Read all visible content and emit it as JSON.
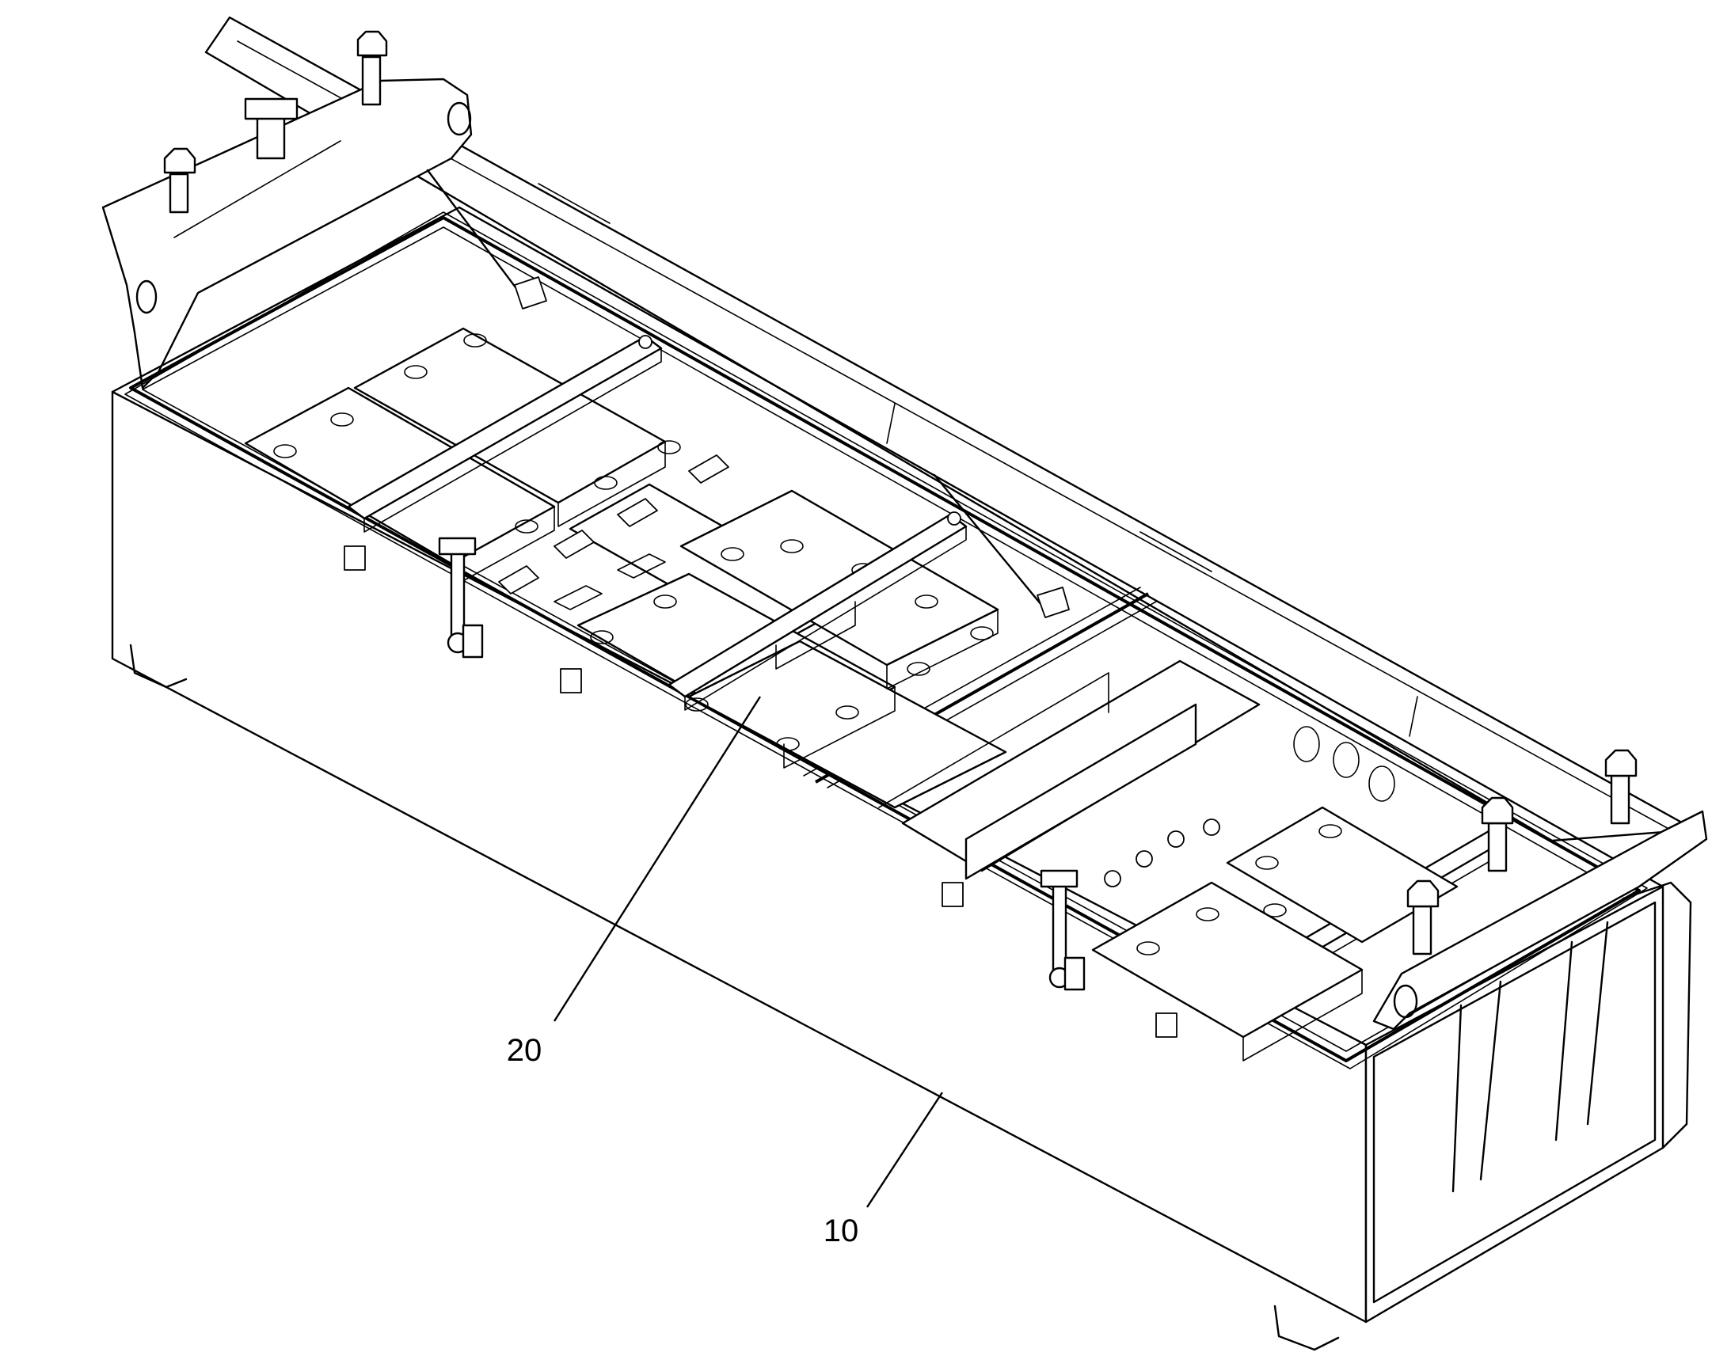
{
  "callouts": [
    {
      "id": "battery-assembly",
      "label": "20"
    },
    {
      "id": "battery-box",
      "label": "10"
    }
  ],
  "colors": {
    "line": "#000000",
    "background": "#ffffff"
  }
}
